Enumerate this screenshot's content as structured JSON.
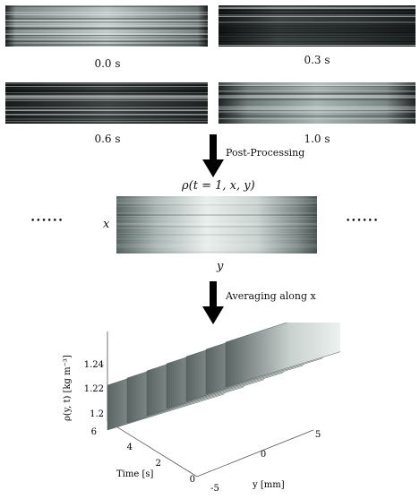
{
  "frames": [
    {
      "time": "0.0 s"
    },
    {
      "time": "0.3 s"
    },
    {
      "time": "0.6 s"
    },
    {
      "time": "1.0 s"
    }
  ],
  "step1": {
    "label": "Post-Processing"
  },
  "density_field": {
    "title": "ρ(t = 1, x, y)",
    "x_axis": "x",
    "y_axis": "y",
    "dots_left": "• • • • • •",
    "dots_right": "• • • • • •"
  },
  "step2": {
    "label": "Averaging along x"
  },
  "plot3d": {
    "zlabel": "ρ(y, t) [kg m⁻³]",
    "ylabel": "Time [s]",
    "xlabel": "y [mm]",
    "z_ticks": [
      "1.2",
      "1.22",
      "1.24"
    ],
    "t_ticks": [
      "0",
      "2",
      "4",
      "6"
    ],
    "y_ticks": [
      "-5",
      "0",
      "5"
    ]
  },
  "colors": {
    "frame_dark": "#2a2e2e",
    "frame_light": "#b9c4c3",
    "surface_light": "#e6ecea",
    "surface_dark": "#5a6462",
    "arrow": "#000000"
  }
}
